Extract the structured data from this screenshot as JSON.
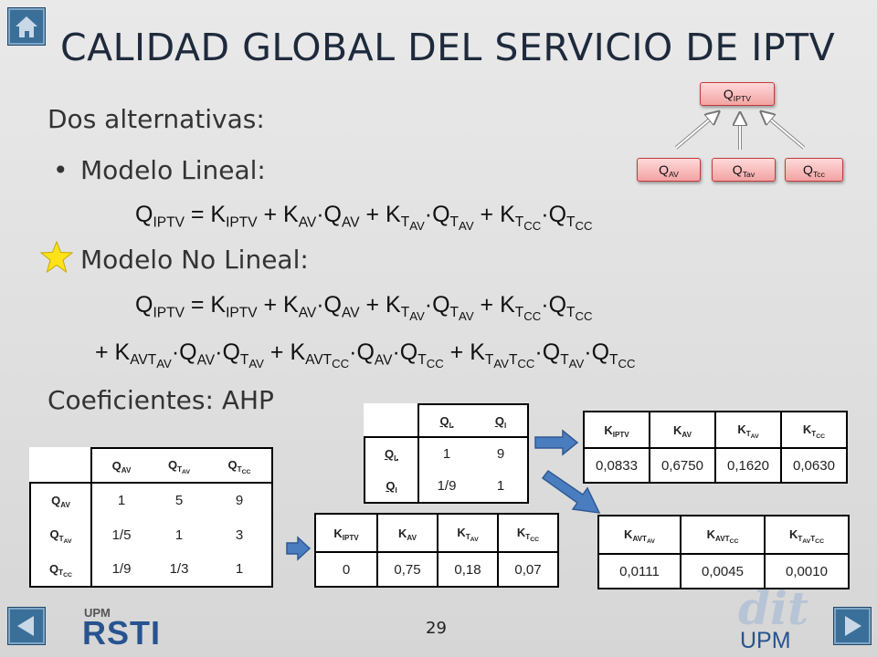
{
  "title": "CALIDAD GLOBAL DEL SERVICIO DE IPTV",
  "intro": "Dos alternativas:",
  "bullet1": "Modelo Lineal:",
  "bullet2": "Modelo No Lineal:",
  "coef": "Coeficientes: AHP",
  "page_number": "29",
  "hierarchy": {
    "top": "IPTV",
    "children": [
      "AV",
      "Tav",
      "Tcc"
    ]
  },
  "matrix1": {
    "headers": [
      "AV",
      "TAV",
      "TCC"
    ],
    "rows": [
      [
        "AV",
        "1",
        "5",
        "9"
      ],
      [
        "TAV",
        "1/5",
        "1",
        "3"
      ],
      [
        "TCC",
        "1/9",
        "1/3",
        "1"
      ]
    ]
  },
  "matrix2": {
    "headers": [
      "L",
      "I"
    ],
    "rows": [
      [
        "L",
        "1",
        "9"
      ],
      [
        "I",
        "1/9",
        "1"
      ]
    ]
  },
  "weights1": {
    "values": [
      "0",
      "0,75",
      "0,18",
      "0,07"
    ]
  },
  "weights2": {
    "values": [
      "0,0833",
      "0,6750",
      "0,1620",
      "0,0630"
    ]
  },
  "weights3": {
    "values": [
      "0,0111",
      "0,0045",
      "0,0010"
    ]
  },
  "logos": {
    "left": "RSTI",
    "left_top": "UPM",
    "right": "dit",
    "right_bottom": "UPM"
  },
  "colors": {
    "accent_blue": "#3a6f9a",
    "pill_red": "#c23b3b",
    "arrow_blue": "#3f6fb0",
    "star": "#ffe21a"
  }
}
